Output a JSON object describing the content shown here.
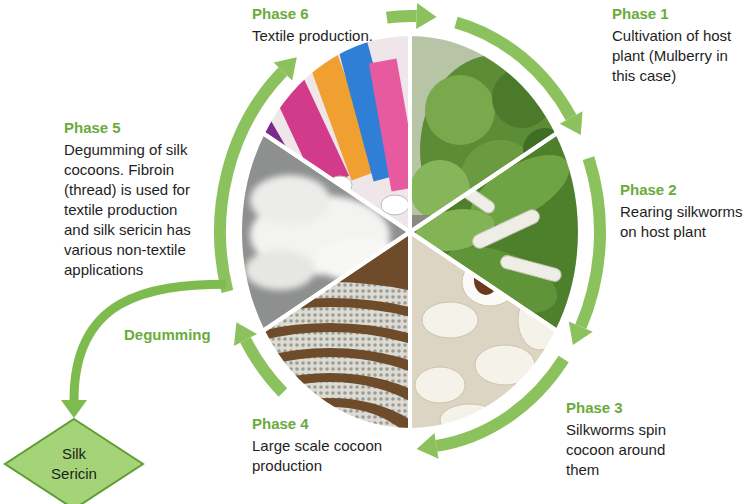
{
  "diagram": {
    "nodes": [
      {
        "text": [
          "Phase 1",
          "Cultivation of host plant (Mulberry in this case)"
        ]
      },
      {
        "text": [
          "Phase 2",
          "Rearing silkworms on host plant"
        ]
      },
      {
        "text": [
          "Phase 3",
          "Silkworms spin cocoon around them"
        ]
      },
      {
        "text": [
          "Phase 4",
          "Large scale cocoon production"
        ]
      },
      {
        "text": [
          "Phase 5",
          "Degumming of silk cocoons. Fibroin (thread) is used for textile production and silk sericin has various non-textile applications"
        ]
      },
      {
        "text": [
          "Phase 6",
          "Textile production."
        ]
      },
      {
        "text": [
          "Silk Sericin"
        ]
      }
    ],
    "edges": [
      {
        "from": 0,
        "to": 1,
        "arrow": "to"
      },
      {
        "from": 1,
        "to": 2,
        "arrow": "to"
      },
      {
        "from": 2,
        "to": 3,
        "arrow": "to"
      },
      {
        "from": 3,
        "to": 4,
        "arrow": "to"
      },
      {
        "from": 4,
        "to": 5,
        "arrow": "to"
      },
      {
        "from": 5,
        "to": 0,
        "arrow": "to"
      },
      {
        "from": 4,
        "to": 6,
        "label": "Degumming",
        "arrow": "to"
      }
    ]
  }
}
